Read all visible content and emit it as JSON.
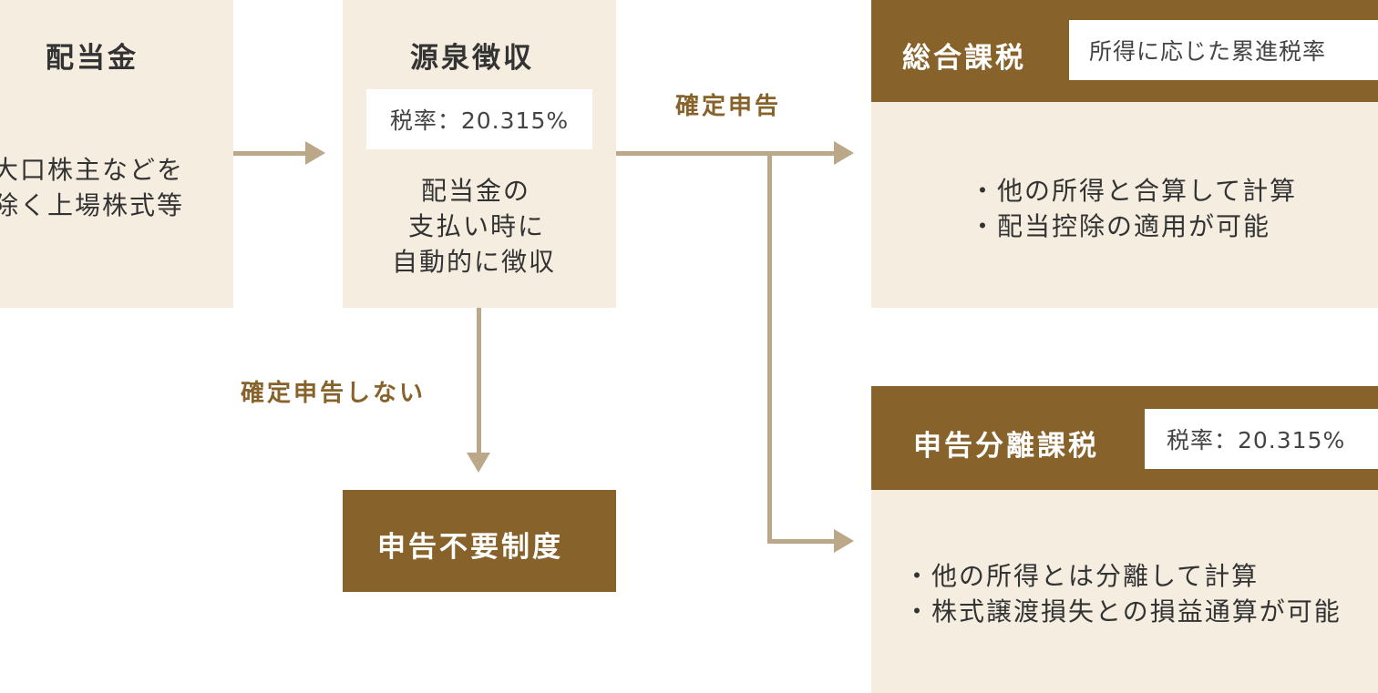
{
  "dividend": {
    "title": "配当金",
    "lines": [
      "大口株主などを",
      "除く上場株式等"
    ]
  },
  "withholding": {
    "title": "源泉徴収",
    "rate": "税率：20.315%",
    "lines": [
      "配当金の",
      "支払い時に",
      "自動的に徴収"
    ]
  },
  "labels": {
    "file_return": "確定申告",
    "no_file_return": "確定申告しない"
  },
  "no_filing": {
    "title": "申告不要制度"
  },
  "comprehensive": {
    "title": "総合課税",
    "tag": "所得に応じた累進税率",
    "lines": [
      "・他の所得と合算して計算",
      "・配当控除の適用が可能"
    ]
  },
  "separate": {
    "title": "申告分離課税",
    "tag": "税率：20.315%",
    "lines": [
      "・他の所得とは分離して計算",
      "・株式譲渡損失との損益通算が可能"
    ]
  },
  "colors": {
    "beige": "#f4ede0",
    "brown": "#87622b",
    "connector": "#bba888"
  }
}
